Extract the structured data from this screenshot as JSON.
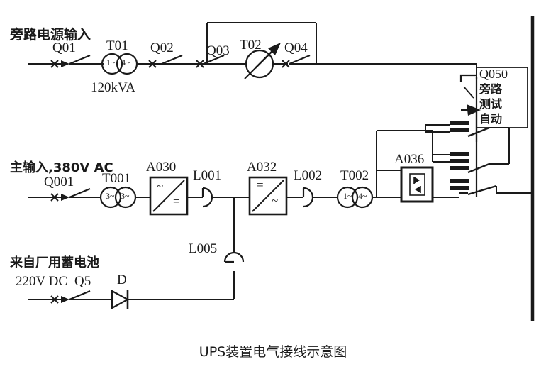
{
  "figure": {
    "caption": "UPS装置电气接线示意图",
    "line_color": "#1a1a1a"
  },
  "bypass_branch": {
    "source_label": "旁路电源输入",
    "breaker_in": "Q01",
    "transformer": {
      "tag": "T01",
      "rating": "120kVA",
      "winding_primary": "1~",
      "winding_secondary": "4~"
    },
    "breaker_2": "Q02",
    "breaker_3": "Q03",
    "variable_transformer": "T02",
    "breaker_4": "Q04"
  },
  "main_branch": {
    "source_label": "主输入,380V AC",
    "breaker_in": "Q001",
    "transformer": {
      "tag": "T001",
      "winding_primary": "3~",
      "winding_secondary": "3~"
    },
    "rectifier": {
      "tag": "A030",
      "input_symbol": "~",
      "output_symbol": "="
    },
    "choke_1": "L001",
    "inverter": {
      "tag": "A032",
      "input_symbol": "=",
      "output_symbol": "~"
    },
    "choke_2": "L002",
    "transformer_out": {
      "tag": "T002",
      "winding_primary": "1~",
      "winding_secondary": "4~"
    }
  },
  "battery_branch": {
    "source_label_line1": "来自厂用蓄电池",
    "source_label_line2": "220V DC",
    "breaker": "Q5",
    "diode": "D",
    "choke": "L005"
  },
  "static_switch": {
    "tag": "A036",
    "symbol": "anti-parallel-thyristors"
  },
  "selector_switch": {
    "tag": "Q050",
    "modes": [
      "旁路",
      "测试",
      "自动"
    ],
    "contact_groups": [
      2,
      3,
      2
    ]
  }
}
